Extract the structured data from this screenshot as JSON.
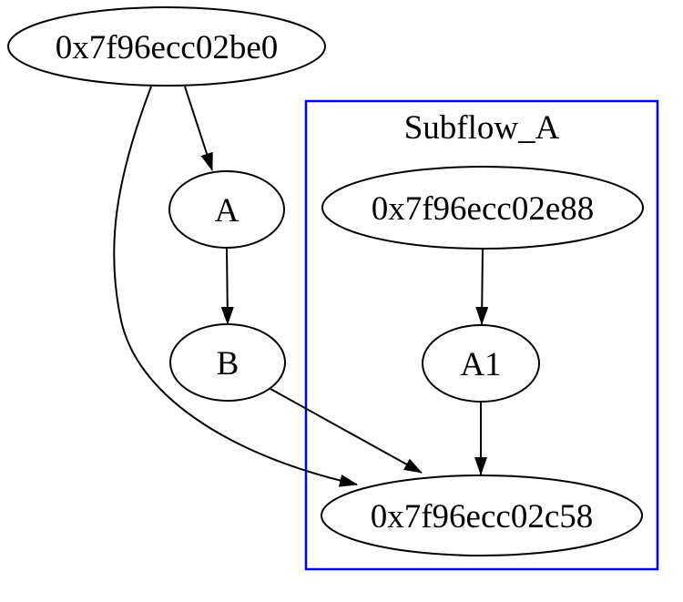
{
  "diagram": {
    "type": "directed-graph",
    "background_color": "#ffffff",
    "edge_color": "#000000",
    "node_fill_color": "#ffffff",
    "node_border_color": "#000000",
    "cluster": {
      "label": "Subflow_A",
      "border_color": "#0000ff"
    },
    "nodes": [
      {
        "id": "be0",
        "label": "0x7f96ecc02be0",
        "in_cluster": false
      },
      {
        "id": "A",
        "label": "A",
        "in_cluster": false
      },
      {
        "id": "B",
        "label": "B",
        "in_cluster": false
      },
      {
        "id": "e88",
        "label": "0x7f96ecc02e88",
        "in_cluster": true
      },
      {
        "id": "A1",
        "label": "A1",
        "in_cluster": true
      },
      {
        "id": "c58",
        "label": "0x7f96ecc02c58",
        "in_cluster": true
      }
    ],
    "edges": [
      {
        "from": "0x7f96ecc02be0",
        "to": "A"
      },
      {
        "from": "0x7f96ecc02be0",
        "to": "0x7f96ecc02c58"
      },
      {
        "from": "A",
        "to": "B"
      },
      {
        "from": "B",
        "to": "0x7f96ecc02c58"
      },
      {
        "from": "0x7f96ecc02e88",
        "to": "A1"
      },
      {
        "from": "A1",
        "to": "0x7f96ecc02c58"
      }
    ]
  }
}
